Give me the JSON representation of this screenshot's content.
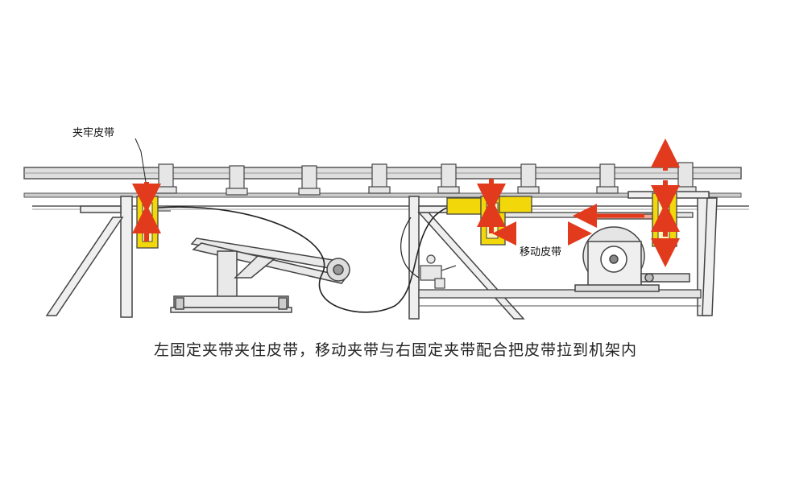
{
  "labels": {
    "clamp_belt": "夹牢皮带",
    "move_belt": "移动皮带"
  },
  "caption": "左固定夹带夹住皮带，移动夹带与右固定夹带配合把皮带拉到机架内",
  "colors": {
    "clamp_fill": "#f2d70a",
    "arrow": "#e23a1c",
    "frame": "#444444",
    "rail": "#d6d6d6"
  }
}
